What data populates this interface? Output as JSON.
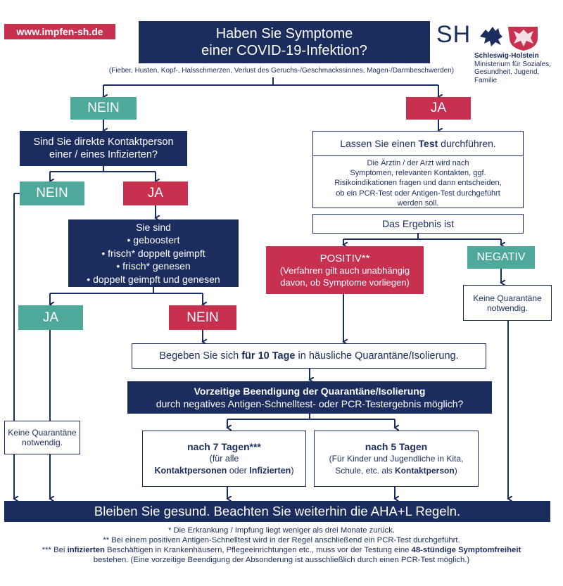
{
  "website": "www.impfen-sh.de",
  "logo": {
    "abbr": "SH",
    "org": "Schleswig-Holstein",
    "ministry_1": "Ministerium für Soziales,",
    "ministry_2": "Gesundheit, Jugend, Familie"
  },
  "colors": {
    "navy": "#1b2d5e",
    "teal": "#4fa99a",
    "red": "#c8304f"
  },
  "question": {
    "line1": "Haben Sie Symptome",
    "line2": "einer COVID-19-Infektion?",
    "note": "(Fieber, Husten, Kopf-, Halsschmerzen, Verlust des Geruchs-/Geschmackssinnes, Magen-/Darmbeschwerden)"
  },
  "left": {
    "no_label": "NEIN",
    "contact_q_line1": "Sind Sie direkte Kontaktperson",
    "contact_q_line2": "einer / eines Infizierten?",
    "contact_no": "NEIN",
    "contact_yes": "JA",
    "status_title": "Sie sind",
    "status_items": [
      "• geboostert",
      "• frisch* doppelt geimpft",
      "• frisch* genesen",
      "• doppelt geimpft und genesen"
    ],
    "status_yes": "JA",
    "status_no": "NEIN",
    "no_quarantine_1": "Keine Quarantäne",
    "no_quarantine_2": "notwendig."
  },
  "right": {
    "yes_label": "JA",
    "test_pre": "Lassen Sie einen ",
    "test_bold": "Test",
    "test_post": " durchführen.",
    "doctor_text_1": "Die Ärztin / der Arzt wird nach",
    "doctor_text_2": "Symptomen, relevanten Kontakten, ggf.",
    "doctor_text_3": "Risikoindikationen fragen und dann entscheiden,",
    "doctor_text_4": "ob ein PCR-Test oder Antigen-Test durchgeführt",
    "doctor_text_5": "werden soll.",
    "result_label": "Das Ergebnis ist",
    "positive_label": "POSITIV**",
    "positive_note_1": "(Verfahren gilt auch unabhängig",
    "positive_note_2": "davon, ob Symptome vorliegen)",
    "negative_label": "NEGATIV",
    "no_quarantine_1": "Keine Quarantäne",
    "no_quarantine_2": "notwendig."
  },
  "quarantine": {
    "pre": "Begeben Sie sich ",
    "bold": "für 10 Tage",
    "post": " in häusliche Quarantäne/Isolierung."
  },
  "early_end": {
    "line1": "Vorzeitige Beendigung der Quarantäne/Isolierung",
    "line2": "durch negatives Antigen-Schnelltest- oder PCR-Testergebnis möglich?"
  },
  "option7": {
    "title": "nach 7 Tagen***",
    "line1": "(für alle",
    "bold1": "Kontaktpersonen",
    "mid": " oder ",
    "bold2": "Infizierten",
    "end": ")"
  },
  "option5": {
    "title": "nach 5 Tagen",
    "line1": "(Für Kinder und Jugendliche in Kita,",
    "line2_pre": "Schule, etc. als ",
    "line2_bold": "Kontaktperson",
    "line2_end": ")"
  },
  "final": "Bleiben Sie gesund. Beachten Sie weiterhin die AHA+L Regeln.",
  "footnotes": {
    "f1": "* Die Erkrankung / Impfung liegt weniger als drei Monate zurück.",
    "f2": "** Bei einem positiven Antigen-Schnelltest wird in der Regel anschließend ein PCR-Test durchgeführt.",
    "f3_pre": "*** Bei ",
    "f3_bold1": "infizierten",
    "f3_mid": " Beschäftigen in Krankenhäusern, Pflegeeinrichtungen etc., muss vor der Testung eine ",
    "f3_bold2": "48-stündige Symptomfreiheit",
    "f3_line2": "bestehen. (Eine vorzeitige Beendigung der Absonderung ist ausschließlich durch einen PCR-Test möglich.)"
  }
}
